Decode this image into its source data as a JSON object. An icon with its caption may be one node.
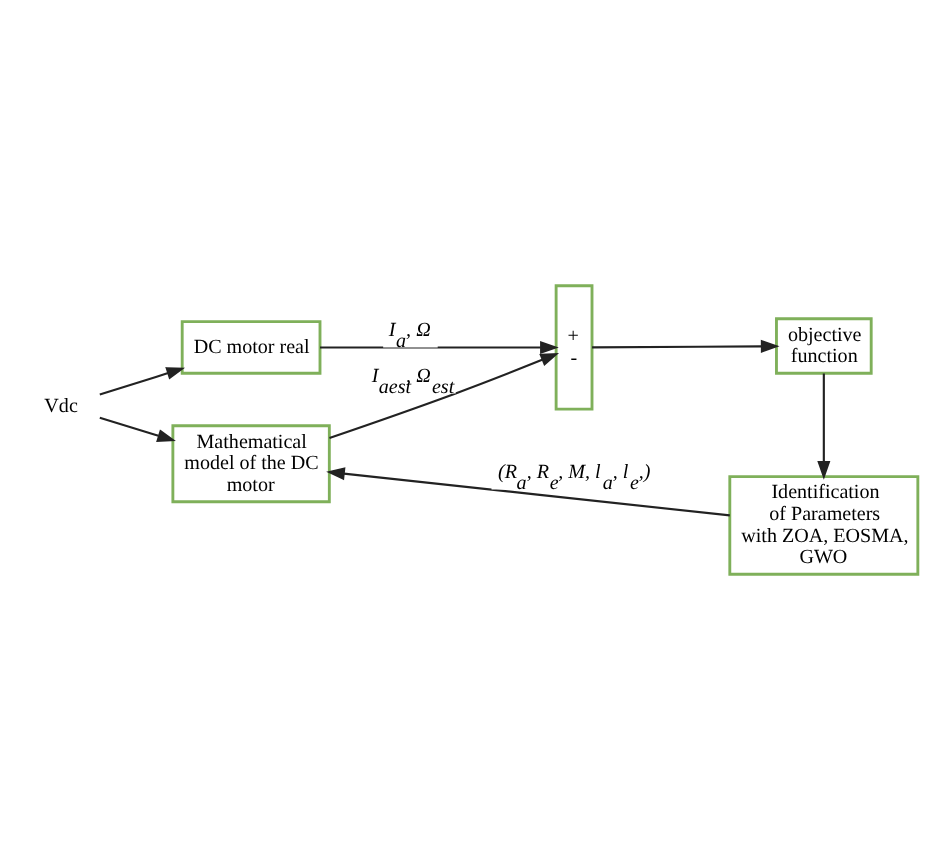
{
  "diagram": {
    "nodes": [
      {
        "text": [
          "Vdc"
        ]
      },
      {
        "text": [
          "DC motor real"
        ]
      },
      {
        "text": [
          "Mathematical model of the DC motor"
        ]
      },
      {
        "text": [
          "+",
          "-"
        ]
      },
      {
        "text": [
          "objective function"
        ]
      },
      {
        "text": [
          "Identification of Parameters with ZOA, EOSMA, GWO"
        ]
      }
    ],
    "edges": [
      {
        "from": 0,
        "to": 1,
        "arrow": "to"
      },
      {
        "from": 0,
        "to": 2,
        "arrow": "to"
      },
      {
        "from": 1,
        "to": 3,
        "arrow": "to",
        "label": "I$_{a}$, Ω"
      },
      {
        "from": 2,
        "to": 3,
        "arrow": "to",
        "label": "I$_{aest}$, Ω$_{est}$"
      },
      {
        "from": 3,
        "to": 4,
        "arrow": "to"
      },
      {
        "from": 4,
        "to": 5,
        "arrow": "to"
      },
      {
        "from": 5,
        "to": 2,
        "arrow": "to",
        "label": "(R$_{a}$, R$_{e}$, M, l$_{a}$, l$_{e}$,)"
      }
    ]
  }
}
